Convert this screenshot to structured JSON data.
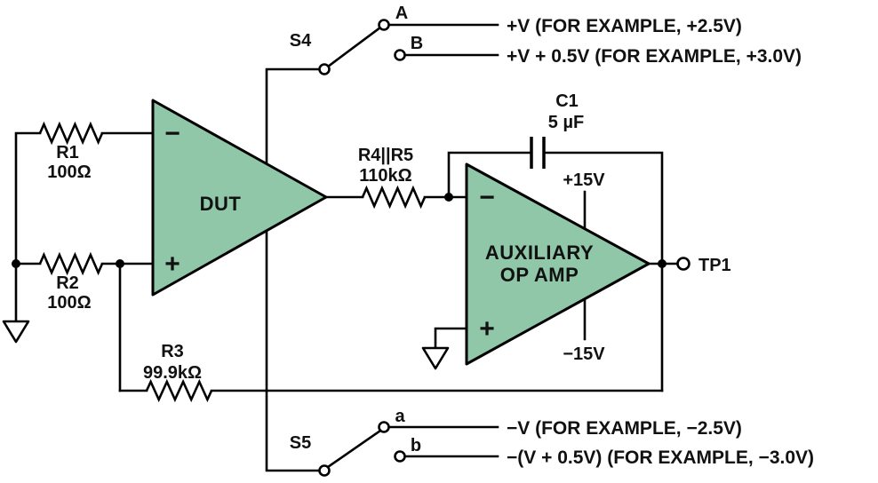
{
  "diagram": {
    "background": "#ffffff",
    "wire_color": "#000000",
    "opamp_fill": "#8fc7a8"
  },
  "opamps": {
    "dut": {
      "label": "DUT",
      "inverting_sign": "−",
      "noninverting_sign": "+"
    },
    "auxiliary": {
      "label_line1": "AUXILIARY",
      "label_line2": "OP AMP",
      "inverting_sign": "−",
      "noninverting_sign": "+"
    }
  },
  "resistors": {
    "r1": {
      "name": "R1",
      "value": "100Ω"
    },
    "r2": {
      "name": "R2",
      "value": "100Ω"
    },
    "r3": {
      "name": "R3",
      "value": "99.9kΩ"
    },
    "r4r5": {
      "name": "R4||R5",
      "value": "110kΩ"
    }
  },
  "capacitor_c1": {
    "name": "C1",
    "value": "5 µF"
  },
  "aux_supplies": {
    "positive": "+15V",
    "negative": "−15V"
  },
  "switch_s4": {
    "name": "S4",
    "contact_a": {
      "label": "A",
      "rail_text": "+V (FOR EXAMPLE, +2.5V)"
    },
    "contact_b": {
      "label": "B",
      "rail_text": "+V + 0.5V (FOR EXAMPLE, +3.0V)"
    }
  },
  "switch_s5": {
    "name": "S5",
    "contact_a": {
      "label": "a",
      "rail_text": "−V (FOR EXAMPLE, −2.5V)"
    },
    "contact_b": {
      "label": "b",
      "rail_text": "−(V + 0.5V) (FOR EXAMPLE, −3.0V)"
    }
  },
  "test_point": {
    "label": "TP1"
  }
}
